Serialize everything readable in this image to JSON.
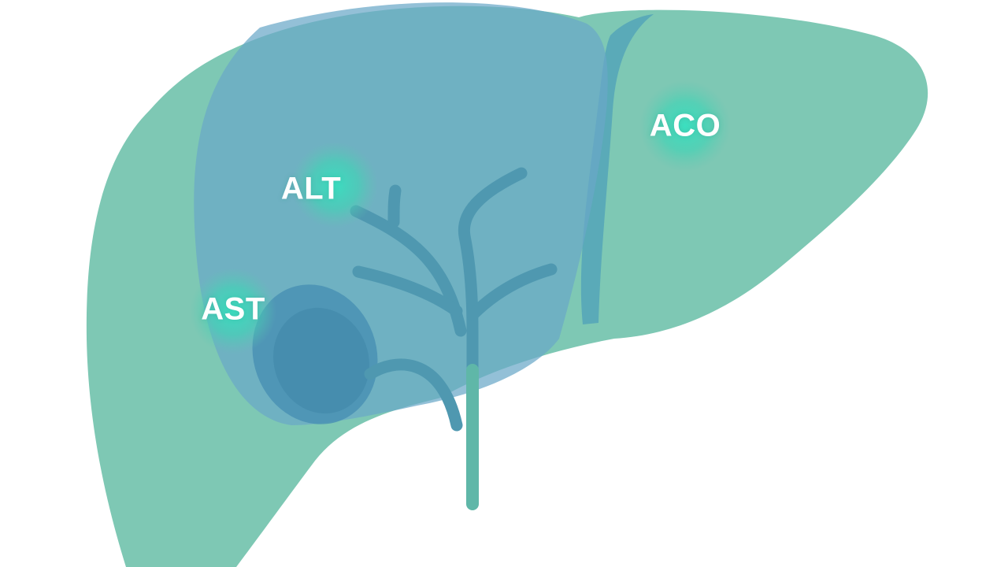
{
  "labels": {
    "aco": "ACO",
    "alt": "ALT",
    "ast": "AST"
  },
  "colors": {
    "liver": "#7ec8b4",
    "right_lobe_overlay": "#6aa8c8",
    "gallbladder": "#4a92b4",
    "ducts": "#4f98b0",
    "marker_glow": "#34d9b9",
    "label_text": "#ffffff"
  }
}
